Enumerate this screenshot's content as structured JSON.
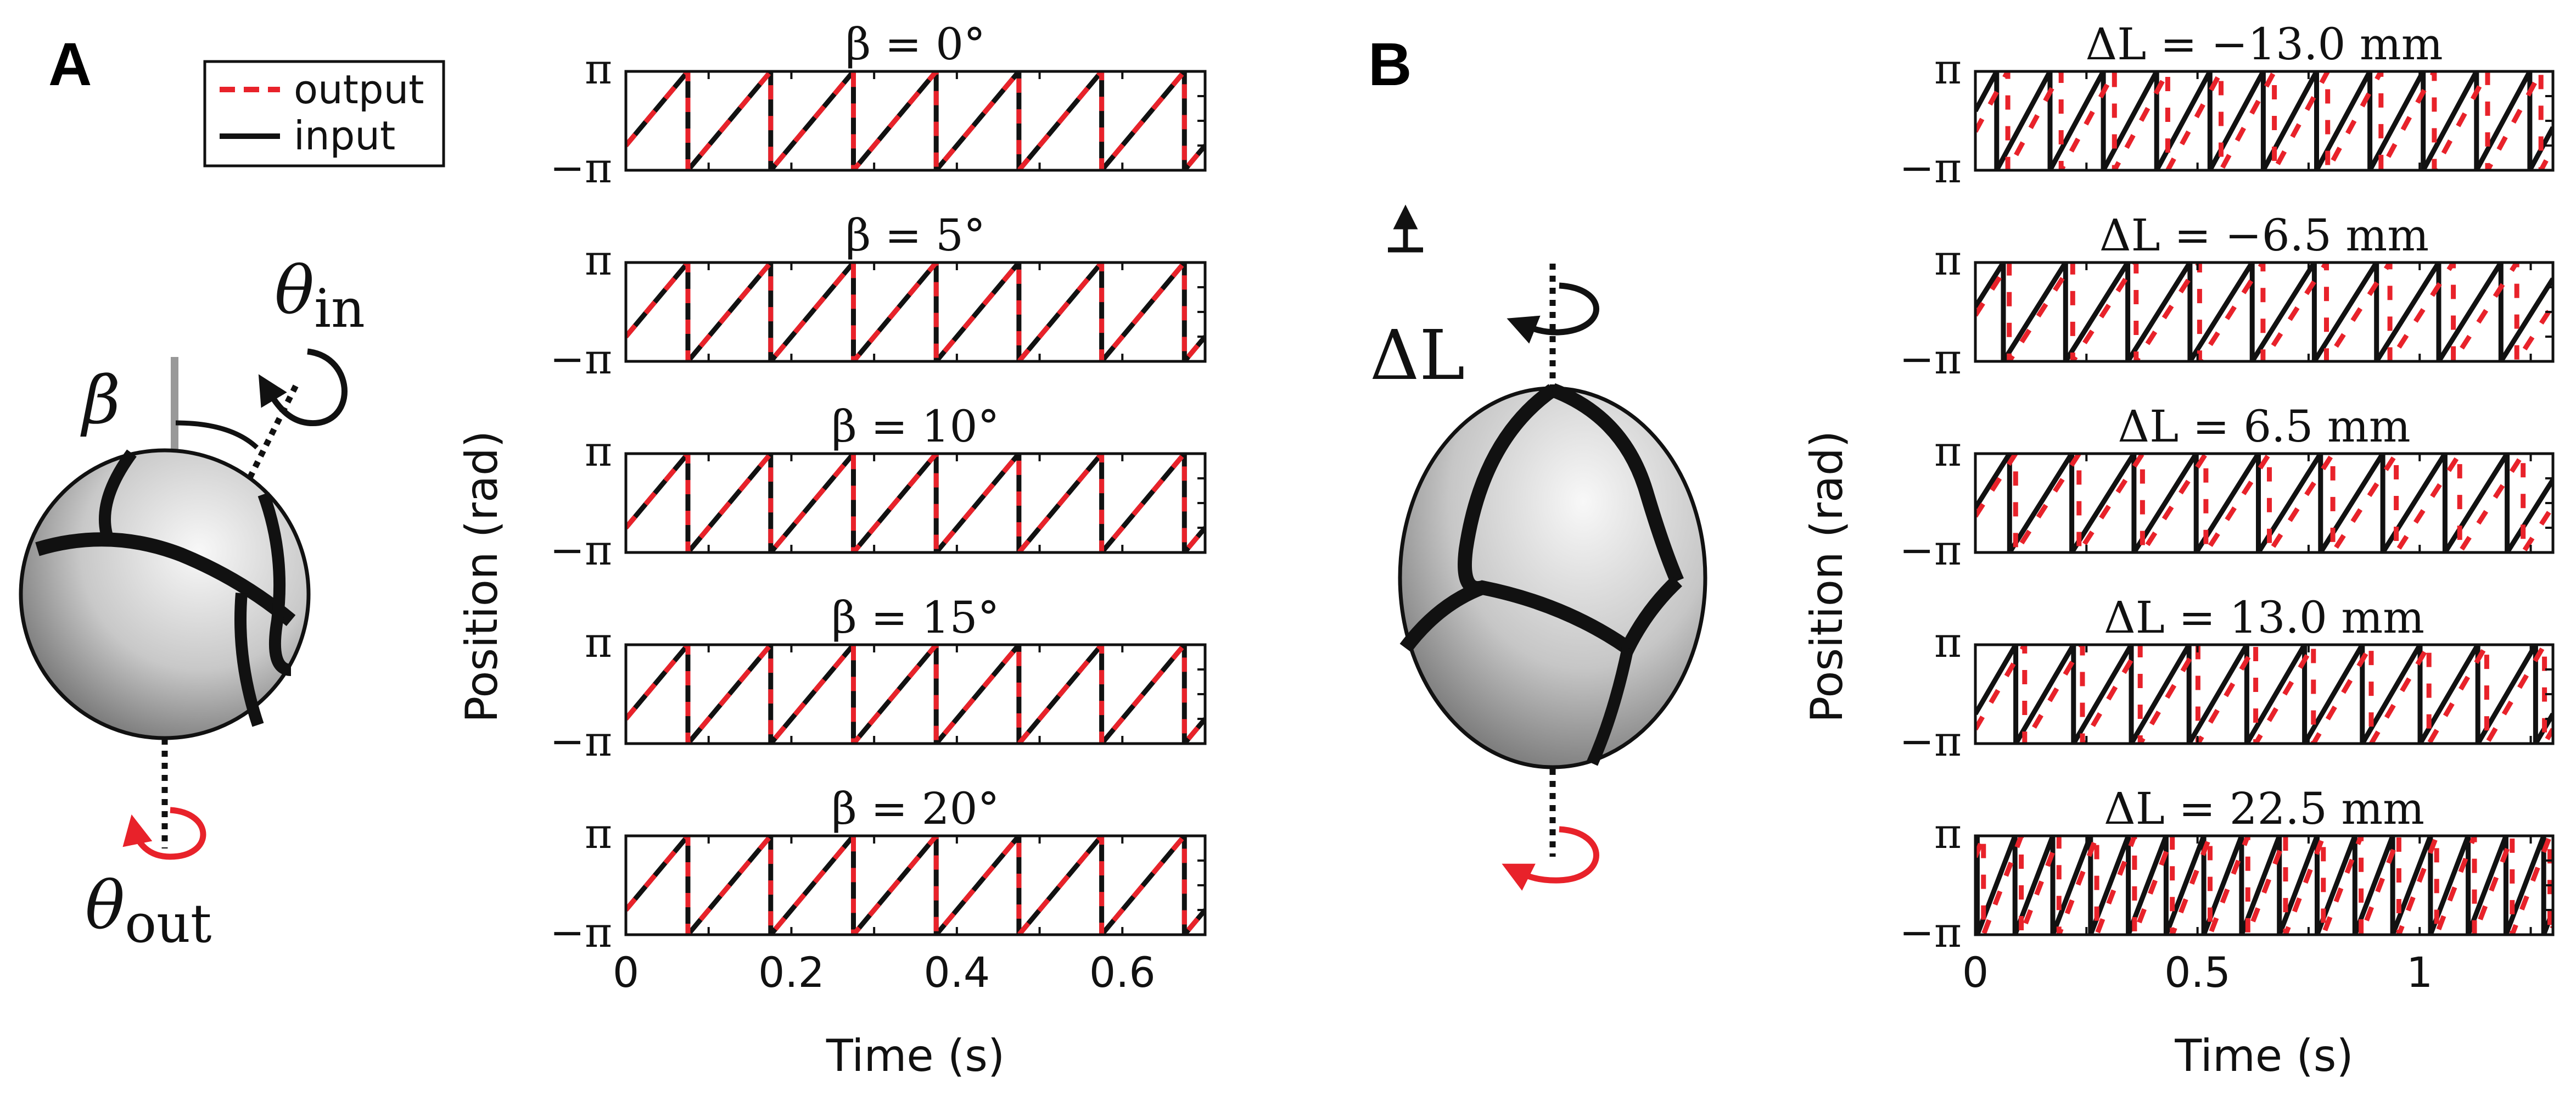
{
  "figure": {
    "panel_a_label": "A",
    "panel_b_label": "B",
    "legend": {
      "output_label": "output",
      "input_label": "input"
    },
    "colors": {
      "output": "#e8222a",
      "input": "#111111",
      "sphere_light": "#f4f4f4",
      "sphere_dark": "#707070"
    },
    "illustration_a": {
      "beta_symbol": "β",
      "theta_in_base": "θ",
      "theta_in_sub": "in",
      "theta_out_base": "θ",
      "theta_out_sub": "out",
      "icons": [
        "sphere-icon",
        "input-rotation-arrow-icon",
        "output-rotation-arrow-icon"
      ]
    },
    "illustration_b": {
      "delta_l_label": "ΔL",
      "icons": [
        "ellipsoid-icon",
        "up-arrow-icon",
        "input-rotation-arrow-icon",
        "output-rotation-arrow-icon"
      ]
    }
  },
  "chart_data": [
    {
      "type": "line",
      "panel": "A",
      "ylabel": "Position (rad)",
      "xlabel": "Time (s)",
      "xlim": [
        0,
        0.7
      ],
      "ylim": [
        -3.1416,
        3.1416
      ],
      "x_ticks": [
        0,
        0.2,
        0.4,
        0.6
      ],
      "x_tick_labels": [
        "0",
        "0.2",
        "0.4",
        "0.6"
      ],
      "y_tick_labels": [
        "π",
        "−π"
      ],
      "legend": [
        "output",
        "input"
      ],
      "subplots": [
        {
          "title": "β = 0°",
          "period": 0.1,
          "phase": 0.25,
          "output_offset": 0,
          "output_period_scale": 1
        },
        {
          "title": "β = 5°",
          "period": 0.1,
          "phase": 0.25,
          "output_offset": 0,
          "output_period_scale": 1
        },
        {
          "title": "β = 10°",
          "period": 0.1,
          "phase": 0.25,
          "output_offset": 0,
          "output_period_scale": 1
        },
        {
          "title": "β = 15°",
          "period": 0.1,
          "phase": 0.25,
          "output_offset": 0,
          "output_period_scale": 1
        },
        {
          "title": "β = 20°",
          "period": 0.1,
          "phase": 0.25,
          "output_offset": 0,
          "output_period_scale": 1
        }
      ]
    },
    {
      "type": "line",
      "panel": "B",
      "ylabel": "Position (rad)",
      "xlabel": "Time (s)",
      "xlim": [
        0,
        1.3
      ],
      "ylim": [
        -3.1416,
        3.1416
      ],
      "x_ticks": [
        0,
        0.5,
        1
      ],
      "x_tick_labels": [
        "0",
        "0.5",
        "1"
      ],
      "y_tick_labels": [
        "π",
        "−π"
      ],
      "legend": [
        "output",
        "input"
      ],
      "subplots": [
        {
          "title": "ΔL = −13.0 mm",
          "period": 0.12,
          "phase": 0.6,
          "output_offset": 0.025,
          "output_period_scale": 1
        },
        {
          "title": "ΔL = −6.5 mm",
          "period": 0.14,
          "phase": 0.55,
          "output_offset": 0.012,
          "output_period_scale": 1.02
        },
        {
          "title": "ΔL = 6.5 mm",
          "period": 0.14,
          "phase": 0.45,
          "output_offset": 0.012,
          "output_period_scale": 1.02
        },
        {
          "title": "ΔL = 13.0 mm",
          "period": 0.13,
          "phase": 0.3,
          "output_offset": 0.02,
          "output_period_scale": 1
        },
        {
          "title": "ΔL = 22.5 mm",
          "period": 0.085,
          "phase": 0.95,
          "output_offset": 0.014,
          "output_period_scale": 1
        }
      ]
    }
  ]
}
